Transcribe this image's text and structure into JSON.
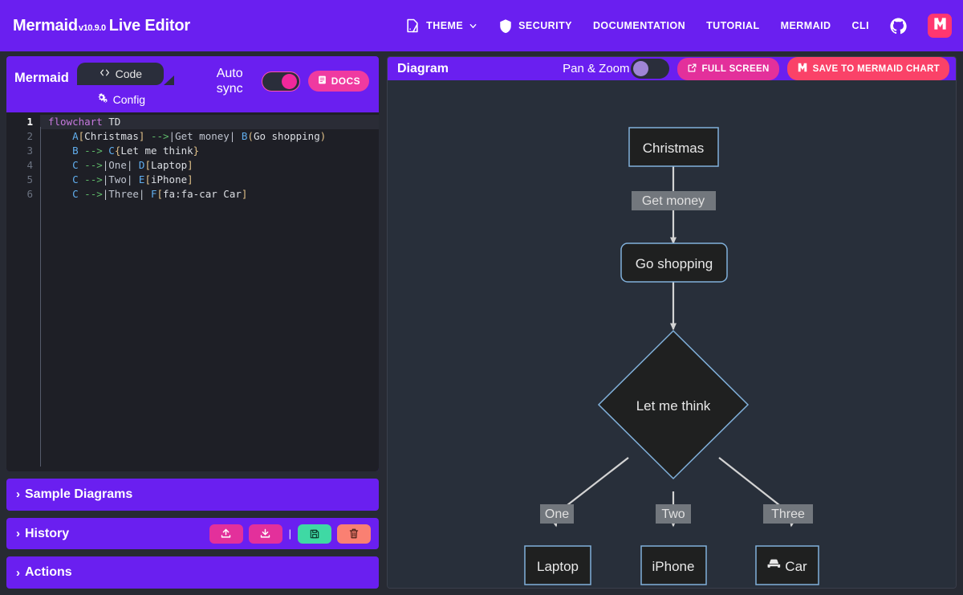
{
  "header": {
    "brand_name": "Mermaid",
    "brand_version": "v10.9.0",
    "brand_suffix": "Live Editor",
    "nav": [
      {
        "label": "THEME",
        "icon": "theme-icon",
        "has_chevron": true
      },
      {
        "label": "SECURITY",
        "icon": "shield-icon",
        "has_chevron": false
      },
      {
        "label": "DOCUMENTATION",
        "icon": "",
        "has_chevron": false
      },
      {
        "label": "TUTORIAL",
        "icon": "",
        "has_chevron": false
      },
      {
        "label": "MERMAID",
        "icon": "",
        "has_chevron": false
      },
      {
        "label": "CLI",
        "icon": "",
        "has_chevron": false
      }
    ],
    "github_icon": "github-icon",
    "logo_icon": "mermaid-chart-logo"
  },
  "editor": {
    "panel_title": "Mermaid",
    "tabs": [
      {
        "label": "Code",
        "icon": "code-brackets-icon",
        "active": true
      },
      {
        "label": "Config",
        "icon": "gears-icon",
        "active": false
      }
    ],
    "auto_sync_label": "Auto sync",
    "auto_sync_on": true,
    "docs_label": "DOCS",
    "docs_icon": "book-icon",
    "code_lines": [
      {
        "n": "1",
        "text": "flowchart TD"
      },
      {
        "n": "2",
        "text": "    A[Christmas] -->|Get money| B(Go shopping)"
      },
      {
        "n": "3",
        "text": "    B --> C{Let me think}"
      },
      {
        "n": "4",
        "text": "    C -->|One| D[Laptop]"
      },
      {
        "n": "5",
        "text": "    C -->|Two| E[iPhone]"
      },
      {
        "n": "6",
        "text": "    C -->|Three| F[fa:fa-car Car]"
      }
    ],
    "active_line": "1"
  },
  "accordions": [
    {
      "label": "Sample Diagrams",
      "caret": "›"
    },
    {
      "label": "History",
      "caret": "›"
    },
    {
      "label": "Actions",
      "caret": "›"
    }
  ],
  "history_buttons": [
    {
      "name": "upload-button",
      "icon": "upload-icon",
      "color": "#e3309b"
    },
    {
      "name": "download-button",
      "icon": "download-icon",
      "color": "#e3309b"
    },
    {
      "name": "save-button",
      "icon": "floppy-disk-icon",
      "color": "#3fd9a4"
    },
    {
      "name": "delete-button",
      "icon": "trash-icon",
      "color": "#fa8072"
    }
  ],
  "diagram": {
    "panel_title": "Diagram",
    "pan_zoom_label": "Pan & Zoom",
    "pan_zoom_on": false,
    "full_screen_label": "FULL SCREEN",
    "full_screen_icon": "external-link-icon",
    "save_label": "SAVE TO MERMAID CHART",
    "save_icon": "mermaid-chart-logo",
    "background_color": "#282f3a",
    "node_border_color": "#81b1db",
    "node_fill_color": "#1f2020",
    "edge_color": "#d3d3d3",
    "nodes": [
      {
        "id": "A",
        "label": "Christmas",
        "shape": "rect"
      },
      {
        "id": "B",
        "label": "Go shopping",
        "shape": "round-rect"
      },
      {
        "id": "C",
        "label": "Let me think",
        "shape": "diamond"
      },
      {
        "id": "D",
        "label": "Laptop",
        "shape": "rect"
      },
      {
        "id": "E",
        "label": "iPhone",
        "shape": "rect"
      },
      {
        "id": "F",
        "label": "Car",
        "shape": "rect",
        "icon": "car-icon"
      }
    ],
    "edges": [
      {
        "from": "A",
        "to": "B",
        "label": "Get money"
      },
      {
        "from": "B",
        "to": "C",
        "label": ""
      },
      {
        "from": "C",
        "to": "D",
        "label": "One"
      },
      {
        "from": "C",
        "to": "E",
        "label": "Two"
      },
      {
        "from": "C",
        "to": "F",
        "label": "Three"
      }
    ]
  }
}
